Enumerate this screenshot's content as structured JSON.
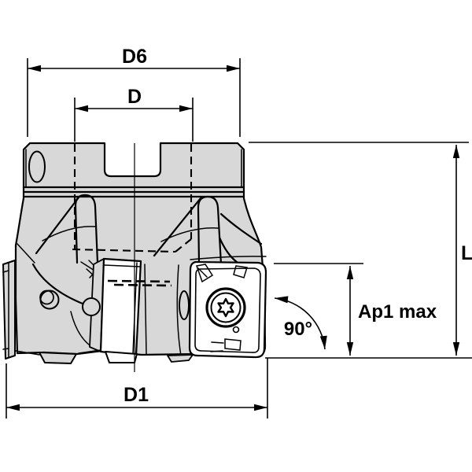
{
  "figure": {
    "colors": {
      "background": "#ffffff",
      "body_fill": "#d8d8d8",
      "insert_fill": "#ffffff",
      "line": "#000000"
    },
    "labels": {
      "d6": "D6",
      "d": "D",
      "l": "L",
      "ap1_max": "Ap1 max",
      "angle": "90°",
      "d1": "D1"
    }
  }
}
